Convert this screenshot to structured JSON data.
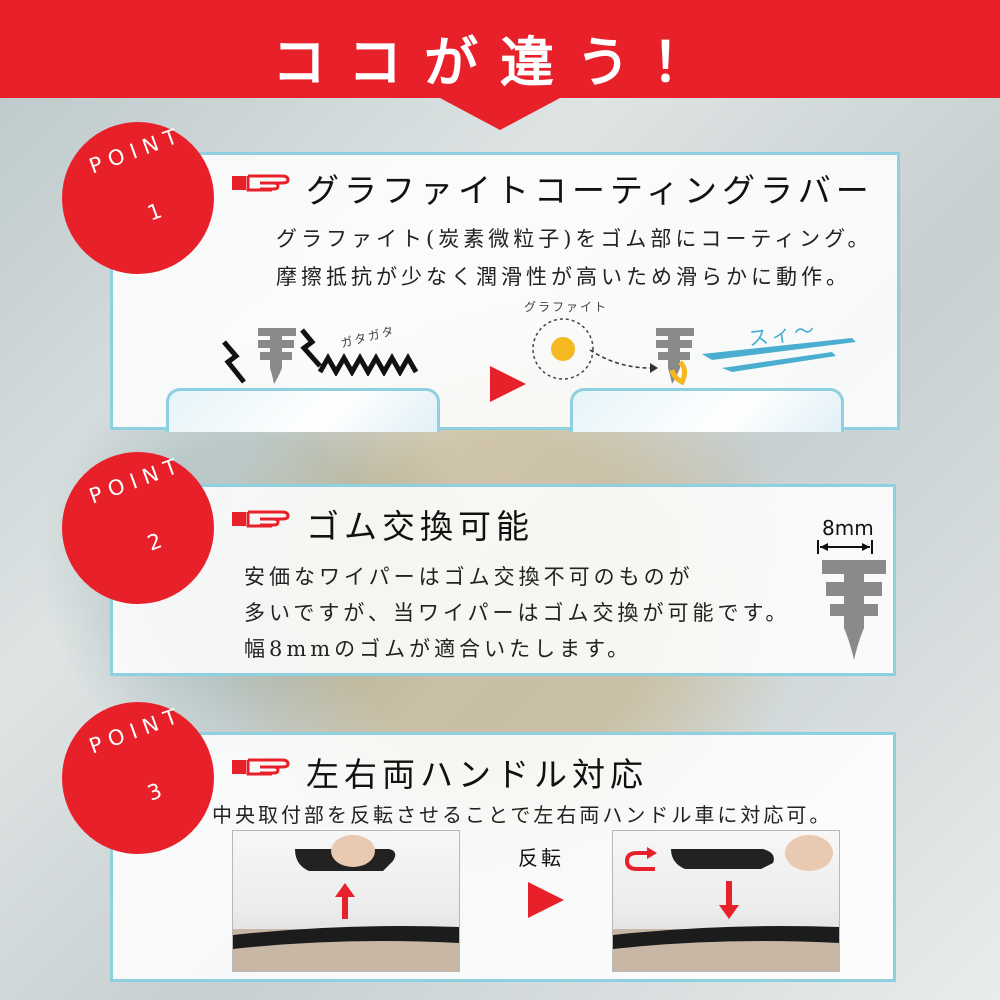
{
  "header": {
    "title": "ココが違う！"
  },
  "points": [
    {
      "badge_word": "POINT",
      "badge_num": "1",
      "title": "グラファイトコーティングラバー",
      "lines": [
        "グラファイト(炭素微粒子)をゴム部にコーティング。",
        "摩擦抵抗が少なく潤滑性が高いため滑らかに動作。"
      ],
      "noise_label": "ガタガタ",
      "graphite_label": "グラファイト",
      "smooth_label": "スィ〜"
    },
    {
      "badge_word": "POINT",
      "badge_num": "2",
      "title": "ゴム交換可能",
      "lines": [
        "安価なワイパーはゴム交換不可のものが",
        "多いですが、当ワイパーはゴム交換が可能です。",
        "幅8mmのゴムが適合いたします。"
      ],
      "width_label": "8mm"
    },
    {
      "badge_word": "POINT",
      "badge_num": "3",
      "title": "左右両ハンドル対応",
      "lines": [
        "中央取付部を反転させることで左右両ハンドル車に対応可。"
      ],
      "flip_label": "反転"
    }
  ],
  "colors": {
    "accent_red": "#e8202a",
    "panel_border": "#8fd0e0",
    "smooth_blue": "#4aaed0",
    "graphite_yellow": "#f5b820"
  },
  "icons": [
    "pointing-hand-icon",
    "lightning-icon",
    "wiper-rubber-icon",
    "graphite-particle-icon",
    "play-arrow-icon",
    "up-arrow-icon",
    "down-arrow-icon",
    "rotate-arrow-icon"
  ]
}
